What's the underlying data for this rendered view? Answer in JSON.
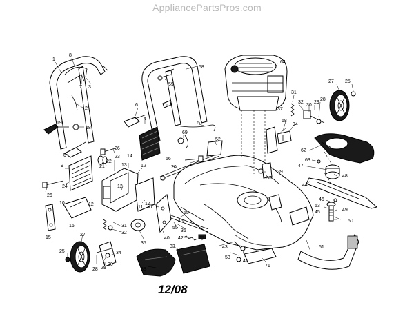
{
  "header": {
    "watermark": "AppliancePartsPros.com"
  },
  "footer": {
    "date_code": "12/08"
  },
  "callouts": [
    {
      "id": "c1",
      "text": "1"
    },
    {
      "id": "c8",
      "text": "8"
    },
    {
      "id": "c7",
      "text": "7"
    },
    {
      "id": "c3",
      "text": "3"
    },
    {
      "id": "c2",
      "text": "2"
    },
    {
      "id": "c19",
      "text": "19"
    },
    {
      "id": "c18",
      "text": "18"
    },
    {
      "id": "c6a",
      "text": "6"
    },
    {
      "id": "c26a",
      "text": "26"
    },
    {
      "id": "c9",
      "text": "9"
    },
    {
      "id": "c24",
      "text": "24"
    },
    {
      "id": "c21",
      "text": "21"
    },
    {
      "id": "c22",
      "text": "22"
    },
    {
      "id": "c23",
      "text": "23"
    },
    {
      "id": "c26b",
      "text": "26"
    },
    {
      "id": "c10",
      "text": "10"
    },
    {
      "id": "c12a",
      "text": "12"
    },
    {
      "id": "c16",
      "text": "16"
    },
    {
      "id": "c15",
      "text": "15"
    },
    {
      "id": "c13",
      "text": "13"
    },
    {
      "id": "c14",
      "text": "14"
    },
    {
      "id": "c12b",
      "text": "12"
    },
    {
      "id": "c12c",
      "text": "12"
    },
    {
      "id": "c11",
      "text": "11"
    },
    {
      "id": "c17",
      "text": "17"
    },
    {
      "id": "c20",
      "text": "20"
    },
    {
      "id": "c56",
      "text": "56"
    },
    {
      "id": "c58",
      "text": "58"
    },
    {
      "id": "c59",
      "text": "59"
    },
    {
      "id": "c5",
      "text": "5"
    },
    {
      "id": "c6b",
      "text": "6"
    },
    {
      "id": "c4",
      "text": "4"
    },
    {
      "id": "c69",
      "text": "69"
    },
    {
      "id": "c57",
      "text": "57"
    },
    {
      "id": "c52",
      "text": "52"
    },
    {
      "id": "c64",
      "text": "64"
    },
    {
      "id": "c31a",
      "text": "31"
    },
    {
      "id": "c32a",
      "text": "32"
    },
    {
      "id": "c30a",
      "text": "30"
    },
    {
      "id": "c29a",
      "text": "29"
    },
    {
      "id": "c28a",
      "text": "28"
    },
    {
      "id": "c27a",
      "text": "27"
    },
    {
      "id": "c25a",
      "text": "25"
    },
    {
      "id": "c37a",
      "text": "37"
    },
    {
      "id": "c68",
      "text": "68"
    },
    {
      "id": "c34a",
      "text": "34"
    },
    {
      "id": "c62",
      "text": "62"
    },
    {
      "id": "c63",
      "text": "63"
    },
    {
      "id": "c47",
      "text": "47"
    },
    {
      "id": "c48",
      "text": "48"
    },
    {
      "id": "c39",
      "text": "39"
    },
    {
      "id": "c55a",
      "text": "55"
    },
    {
      "id": "c44",
      "text": "44"
    },
    {
      "id": "c46",
      "text": "46"
    },
    {
      "id": "c53a",
      "text": "53"
    },
    {
      "id": "c45a",
      "text": "45"
    },
    {
      "id": "c49",
      "text": "49"
    },
    {
      "id": "c50",
      "text": "50"
    },
    {
      "id": "c37b",
      "text": "37"
    },
    {
      "id": "c45b",
      "text": "45"
    },
    {
      "id": "c36",
      "text": "36"
    },
    {
      "id": "c55b",
      "text": "55"
    },
    {
      "id": "c55c",
      "text": "55"
    },
    {
      "id": "c40",
      "text": "40"
    },
    {
      "id": "c42",
      "text": "42"
    },
    {
      "id": "c65",
      "text": "65"
    },
    {
      "id": "c31b",
      "text": "31"
    },
    {
      "id": "c32b",
      "text": "32"
    },
    {
      "id": "c35",
      "text": "35"
    },
    {
      "id": "c33",
      "text": "33"
    },
    {
      "id": "c43",
      "text": "43"
    },
    {
      "id": "c53b",
      "text": "53"
    },
    {
      "id": "c41",
      "text": "41"
    },
    {
      "id": "c71",
      "text": "71"
    },
    {
      "id": "c51",
      "text": "51"
    },
    {
      "id": "c27b",
      "text": "27"
    },
    {
      "id": "c25b",
      "text": "25"
    },
    {
      "id": "c29b",
      "text": "29"
    },
    {
      "id": "c30b",
      "text": "30"
    },
    {
      "id": "c28b",
      "text": "28"
    },
    {
      "id": "c34b",
      "text": "34"
    },
    {
      "id": "c38",
      "text": "38"
    }
  ]
}
